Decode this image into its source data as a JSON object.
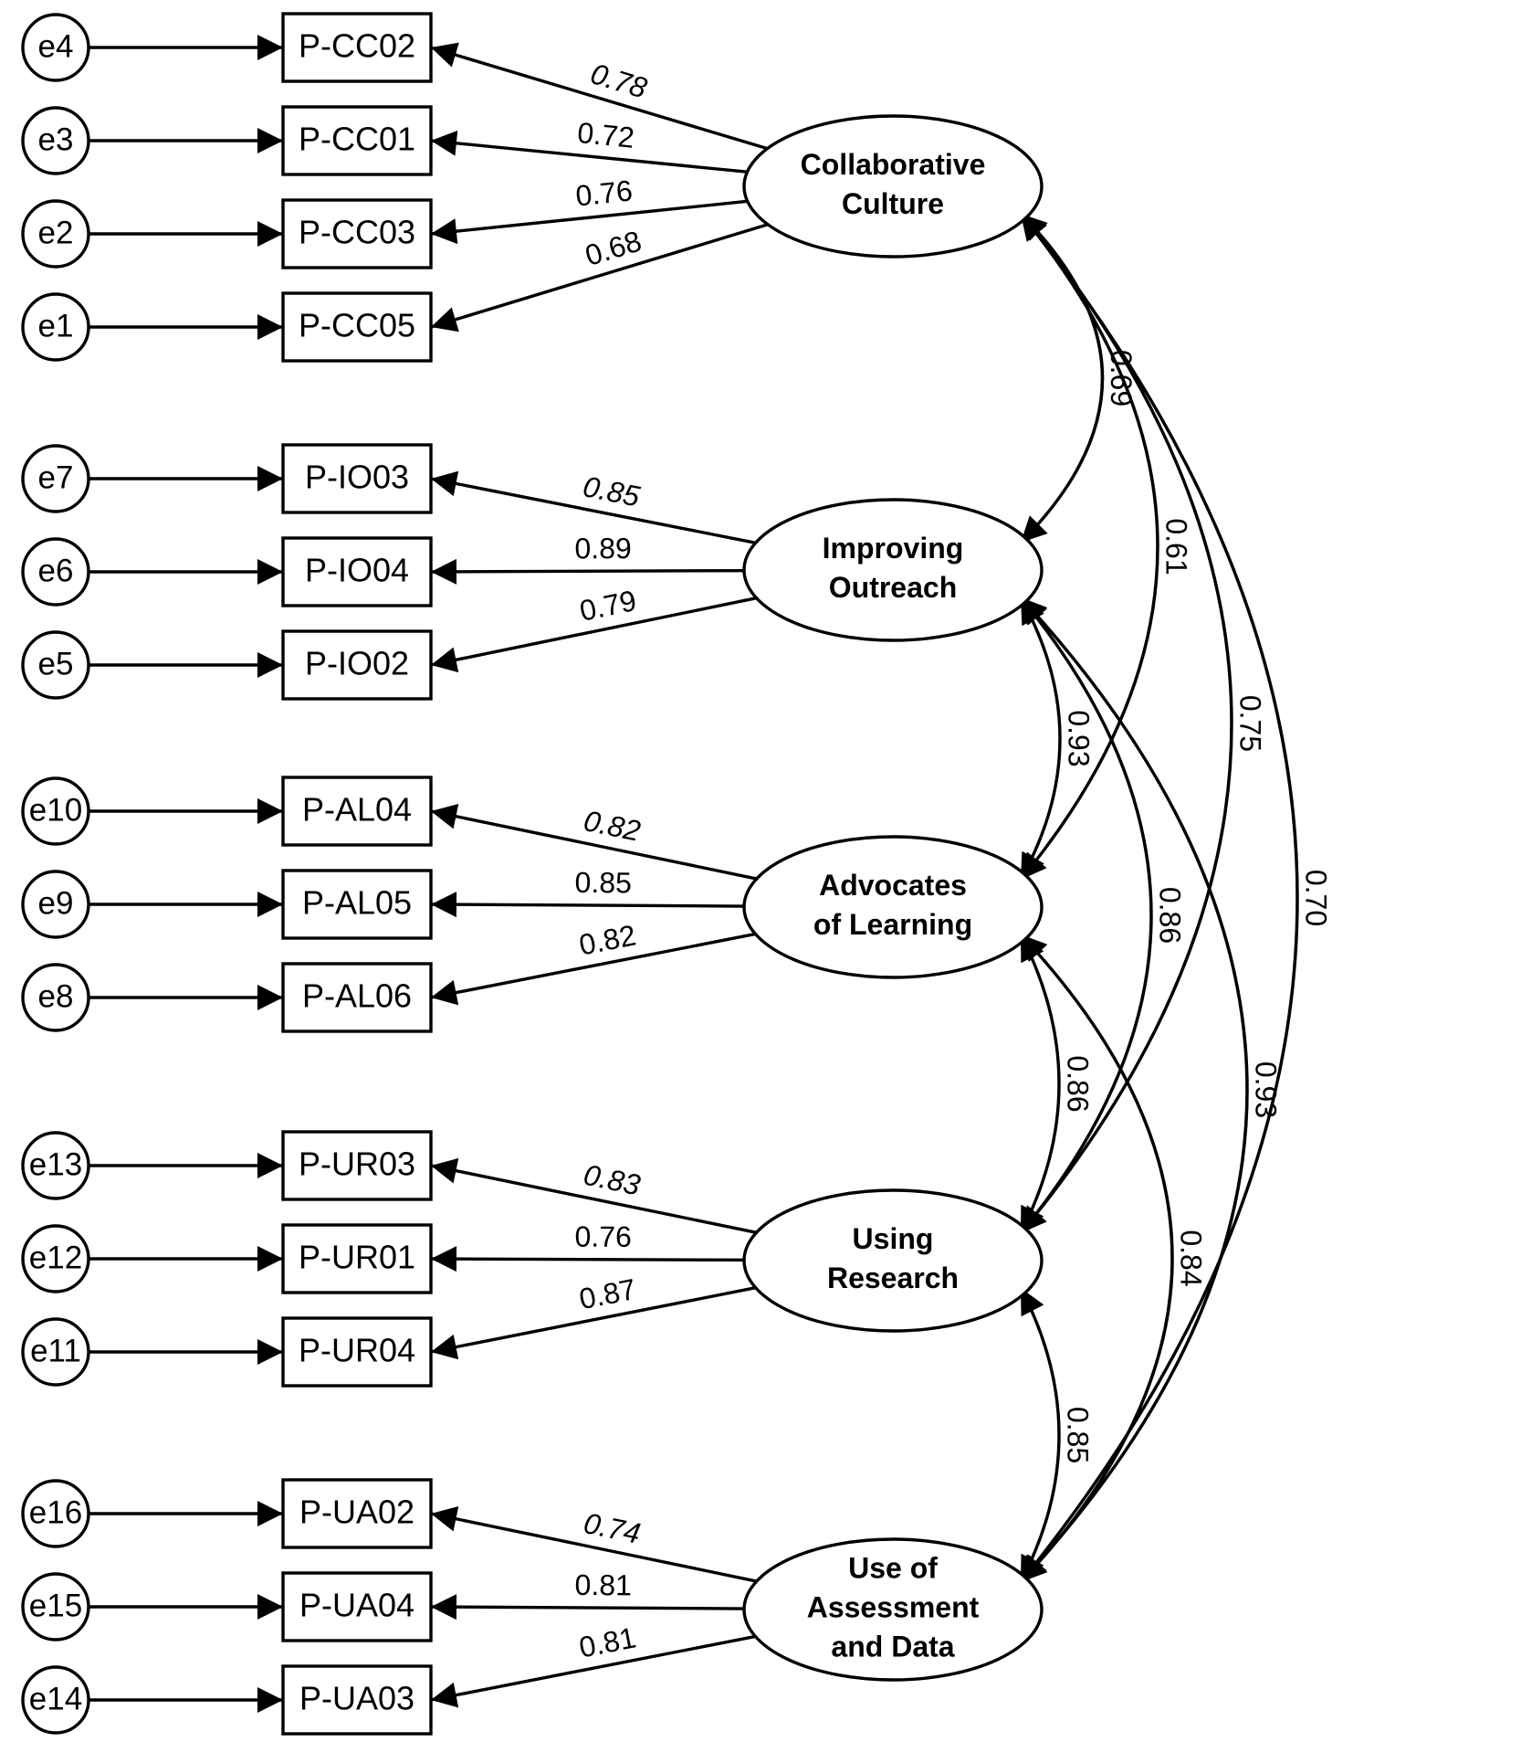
{
  "colors": {
    "stroke": "#000000",
    "background": "#ffffff"
  },
  "errors": [
    "e1",
    "e2",
    "e3",
    "e4",
    "e5",
    "e6",
    "e7",
    "e8",
    "e9",
    "e10",
    "e11",
    "e12",
    "e13",
    "e14",
    "e15",
    "e16"
  ],
  "latents": [
    {
      "id": "CC",
      "lines": [
        "Collaborative",
        "Culture"
      ]
    },
    {
      "id": "IO",
      "lines": [
        "Improving",
        "Outreach"
      ]
    },
    {
      "id": "AL",
      "lines": [
        "Advocates",
        "of Learning"
      ]
    },
    {
      "id": "UR",
      "lines": [
        "Using",
        "Research"
      ]
    },
    {
      "id": "UA",
      "lines": [
        "Use of",
        "Assessment",
        "and Data"
      ]
    }
  ],
  "indicators": [
    {
      "name": "P-CC02",
      "error": "e4",
      "latent": "CC",
      "loading": "0.78"
    },
    {
      "name": "P-CC01",
      "error": "e3",
      "latent": "CC",
      "loading": "0.72"
    },
    {
      "name": "P-CC03",
      "error": "e2",
      "latent": "CC",
      "loading": "0.76"
    },
    {
      "name": "P-CC05",
      "error": "e1",
      "latent": "CC",
      "loading": "0.68"
    },
    {
      "name": "P-IO03",
      "error": "e7",
      "latent": "IO",
      "loading": "0.85"
    },
    {
      "name": "P-IO04",
      "error": "e6",
      "latent": "IO",
      "loading": "0.89"
    },
    {
      "name": "P-IO02",
      "error": "e5",
      "latent": "IO",
      "loading": "0.79"
    },
    {
      "name": "P-AL04",
      "error": "e10",
      "latent": "AL",
      "loading": "0.82"
    },
    {
      "name": "P-AL05",
      "error": "e9",
      "latent": "AL",
      "loading": "0.85"
    },
    {
      "name": "P-AL06",
      "error": "e8",
      "latent": "AL",
      "loading": "0.82"
    },
    {
      "name": "P-UR03",
      "error": "e13",
      "latent": "UR",
      "loading": "0.83"
    },
    {
      "name": "P-UR01",
      "error": "e12",
      "latent": "UR",
      "loading": "0.76"
    },
    {
      "name": "P-UR04",
      "error": "e11",
      "latent": "UR",
      "loading": "0.87"
    },
    {
      "name": "P-UA02",
      "error": "e16",
      "latent": "UA",
      "loading": "0.74"
    },
    {
      "name": "P-UA04",
      "error": "e15",
      "latent": "UA",
      "loading": "0.81"
    },
    {
      "name": "P-UA03",
      "error": "e14",
      "latent": "UA",
      "loading": "0.81"
    }
  ],
  "correlations": [
    {
      "from": "CC",
      "to": "IO",
      "value": "0.69"
    },
    {
      "from": "CC",
      "to": "AL",
      "value": "0.61"
    },
    {
      "from": "CC",
      "to": "UR",
      "value": "0.75"
    },
    {
      "from": "CC",
      "to": "UA",
      "value": "0.70"
    },
    {
      "from": "IO",
      "to": "AL",
      "value": "0.93"
    },
    {
      "from": "IO",
      "to": "UR",
      "value": "0.86"
    },
    {
      "from": "IO",
      "to": "UA",
      "value": "0.93"
    },
    {
      "from": "AL",
      "to": "UR",
      "value": "0.86"
    },
    {
      "from": "AL",
      "to": "UA",
      "value": "0.84"
    },
    {
      "from": "UR",
      "to": "UA",
      "value": "0.85"
    }
  ]
}
